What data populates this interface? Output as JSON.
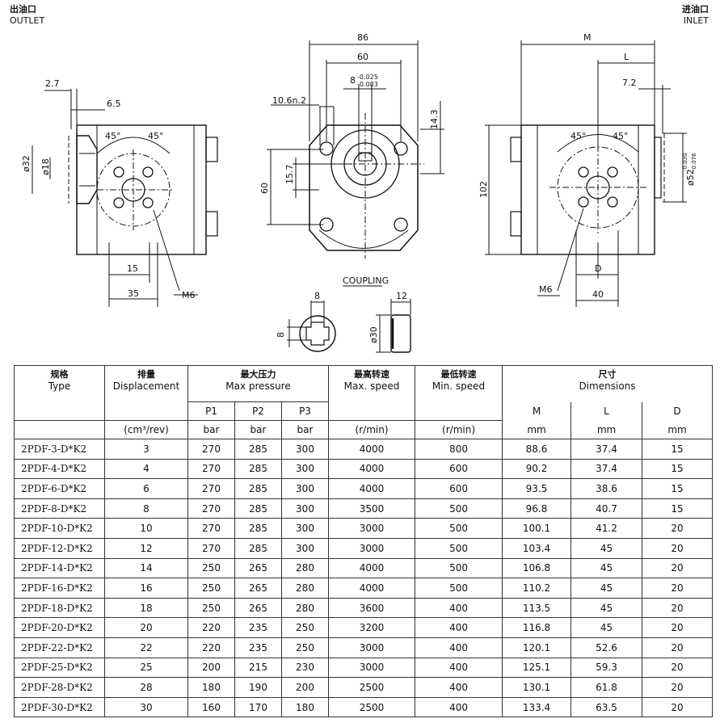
{
  "outlet": {
    "cn": "出油口",
    "en": "OUTLET"
  },
  "inlet": {
    "cn": "进油口",
    "en": "INLET"
  },
  "drawing": {
    "left_view": {
      "dims": [
        "2.7",
        "6.5",
        "ø32",
        "ø18",
        "45°",
        "45°",
        "15",
        "35",
        "M6"
      ]
    },
    "front_view": {
      "dims": [
        "86",
        "60",
        "8",
        "-0.025",
        "-0.083",
        "10.6n.2",
        "14.3",
        "15.7",
        "60"
      ]
    },
    "right_view": {
      "dims": [
        "M",
        "L",
        "7.2",
        "102",
        "45°",
        "45°",
        "ø52",
        "-0.030",
        "-0.076",
        "D",
        "40",
        "M6"
      ]
    },
    "coupling": {
      "title": "COUPLING",
      "dims": [
        "8",
        "8",
        "12",
        "ø30"
      ]
    }
  },
  "table": {
    "headers": {
      "type": {
        "cn": "规格",
        "en": "Type"
      },
      "displacement": {
        "cn": "排量",
        "en": "Displacement"
      },
      "pressure": {
        "cn": "最大压力",
        "en": "Max pressure"
      },
      "max_speed": {
        "cn": "最高转速",
        "en": "Max. speed"
      },
      "min_speed": {
        "cn": "最低转速",
        "en": "Min. speed"
      },
      "dimensions": {
        "cn": "尺寸",
        "en": "Dimensions"
      },
      "p1": "P1",
      "p2": "P2",
      "p3": "P3",
      "m": "M",
      "l": "L",
      "d": "D"
    },
    "units": [
      "(cm³/rev)",
      "bar",
      "bar",
      "bar",
      "(r/min)",
      "(r/min)",
      "mm",
      "mm",
      "mm"
    ],
    "rows": [
      [
        "2PDF-3-D*K2",
        "3",
        "270",
        "285",
        "300",
        "4000",
        "800",
        "88.6",
        "37.4",
        "15"
      ],
      [
        "2PDF-4-D*K2",
        "4",
        "270",
        "285",
        "300",
        "4000",
        "600",
        "90.2",
        "37.4",
        "15"
      ],
      [
        "2PDF-6-D*K2",
        "6",
        "270",
        "285",
        "300",
        "4000",
        "600",
        "93.5",
        "38.6",
        "15"
      ],
      [
        "2PDF-8-D*K2",
        "8",
        "270",
        "285",
        "300",
        "3500",
        "500",
        "96.8",
        "40.7",
        "15"
      ],
      [
        "2PDF-10-D*K2",
        "10",
        "270",
        "285",
        "300",
        "3000",
        "500",
        "100.1",
        "41.2",
        "20"
      ],
      [
        "2PDF-12-D*K2",
        "12",
        "270",
        "285",
        "300",
        "3000",
        "500",
        "103.4",
        "45",
        "20"
      ],
      [
        "2PDF-14-D*K2",
        "14",
        "250",
        "265",
        "280",
        "4000",
        "500",
        "106.8",
        "45",
        "20"
      ],
      [
        "2PDF-16-D*K2",
        "16",
        "250",
        "265",
        "280",
        "4000",
        "500",
        "110.2",
        "45",
        "20"
      ],
      [
        "2PDF-18-D*K2",
        "18",
        "250",
        "265",
        "280",
        "3600",
        "400",
        "113.5",
        "45",
        "20"
      ],
      [
        "2PDF-20-D*K2",
        "20",
        "220",
        "235",
        "250",
        "3200",
        "400",
        "116.8",
        "45",
        "20"
      ],
      [
        "2PDF-22-D*K2",
        "22",
        "220",
        "235",
        "250",
        "3000",
        "400",
        "120.1",
        "52.6",
        "20"
      ],
      [
        "2PDF-25-D*K2",
        "25",
        "200",
        "215",
        "230",
        "3000",
        "400",
        "125.1",
        "59.3",
        "20"
      ],
      [
        "2PDF-28-D*K2",
        "28",
        "180",
        "190",
        "200",
        "2500",
        "400",
        "130.1",
        "61.8",
        "20"
      ],
      [
        "2PDF-30-D*K2",
        "30",
        "160",
        "170",
        "180",
        "2500",
        "400",
        "133.4",
        "63.5",
        "20"
      ]
    ]
  }
}
